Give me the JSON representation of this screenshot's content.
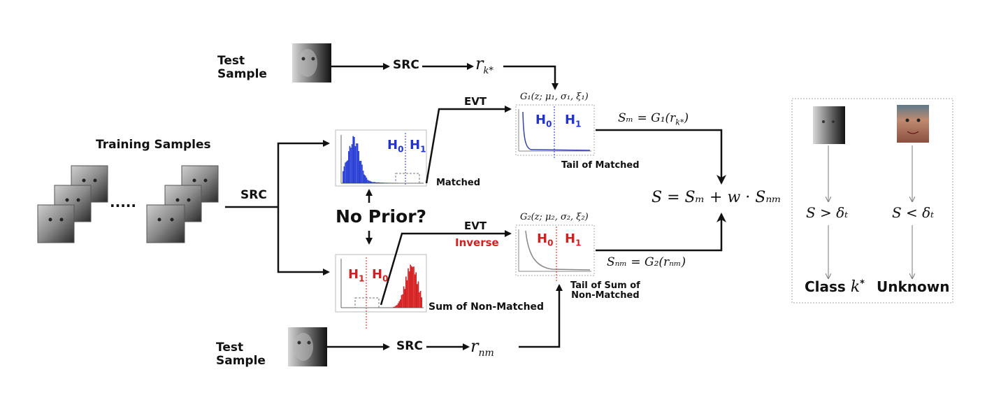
{
  "labels": {
    "test_sample_top": [
      "Test",
      "Sample"
    ],
    "test_sample_bottom": [
      "Test",
      "Sample"
    ],
    "training_samples": "Training Samples",
    "dots": ".....",
    "src_training": "SRC",
    "src_top": "SRC",
    "src_bottom": "SRC",
    "no_prior": "No Prior?",
    "matched": "Matched",
    "sum_non_matched": "Sum of Non-Matched",
    "evt_top": "EVT",
    "evt_bottom": "EVT",
    "inverse": "Inverse",
    "tail_matched": "Tail of Matched",
    "tail_non_matched": [
      "Tail of Sum of",
      "Non-Matched"
    ],
    "hist_top_h0": "H",
    "hist_top_h0_sub": "0",
    "hist_top_h1": "H",
    "hist_top_h1_sub": "1",
    "hist_bot_h1": "H",
    "hist_bot_h1_sub": "1",
    "hist_bot_h0": "H",
    "hist_bot_h0_sub": "0",
    "g1_h0": "H",
    "g1_h0_sub": "0",
    "g1_h1": "H",
    "g1_h1_sub": "1",
    "g2_h0": "H",
    "g2_h0_sub": "0",
    "g2_h1": "H",
    "g2_h1_sub": "1",
    "class_label": "Class",
    "unknown_label": "Unknown"
  },
  "math": {
    "r_top": "r",
    "r_top_sub": "k*",
    "r_bottom": "r",
    "r_bottom_sub": "nm",
    "g1_title": "G₁(z; μ₁, σ₁, ξ₁)",
    "g2_title": "G₂(z; μ₂, σ₂, ξ₂)",
    "sm_formula": "Sₘ = G₁(r",
    "sm_formula_sub": "k*",
    "sm_formula_end": ")",
    "snm_formula": "Sₙₘ = G₂(rₙₘ)",
    "s_formula": "S = Sₘ + w · Sₙₘ",
    "decision_left": "S > δₜ",
    "decision_right": "S < δₜ",
    "class_k": "k",
    "class_k_sup": "*"
  },
  "colors": {
    "matched_hist": "#2a3fd6",
    "non_matched_hist": "#d42020",
    "h_blue": "#2233cc",
    "h_red": "#cc2222"
  }
}
